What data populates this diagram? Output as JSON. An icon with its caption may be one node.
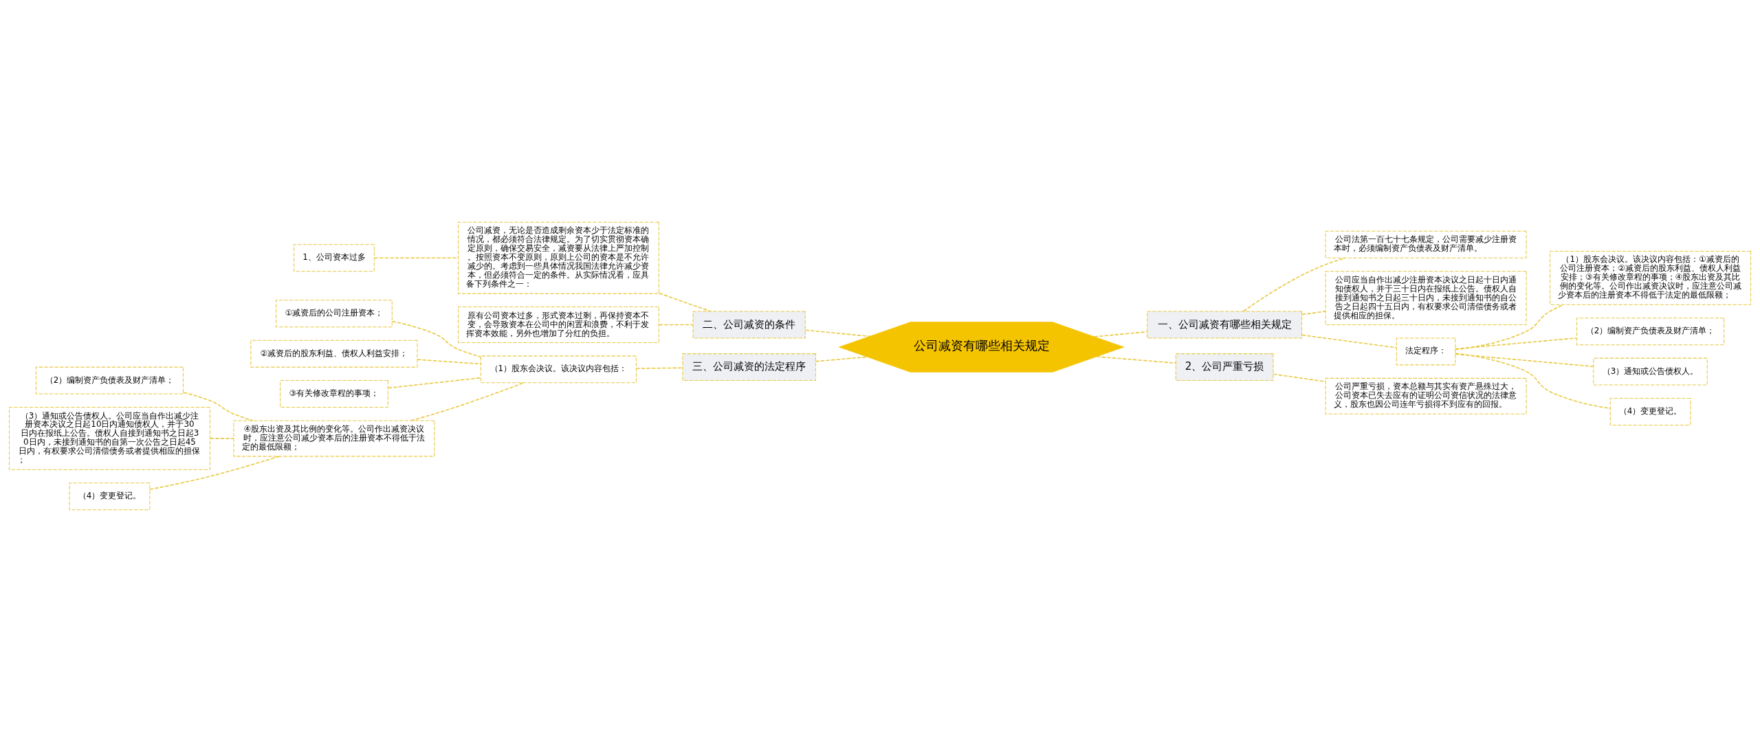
{
  "diagram": {
    "nodes": [
      {
        "text": [
          "公司减资有哪些相关规定"
        ]
      },
      {
        "text": [
          "一、公司减资有哪些相关规定"
        ]
      },
      {
        "text": [
          "公司法第一百七十七条规定，公司需要减少注册资本时，必须编制资产负债表及财产清单。"
        ]
      },
      {
        "text": [
          "公司应当自作出减少注册资本决议之日起十日内通知债权人，并于三十日内在报纸上公告。债权人自接到通知书之日起三十日内，未接到通知书的自公告之日起四十五日内，有权要求公司清偿债务或者提供相应的担保。"
        ]
      },
      {
        "text": [
          "法定程序："
        ]
      },
      {
        "text": [
          "（1）股东会决议。该决议内容包括：①减资后的公司注册资本；②减资后的股东利益、债权人利益安排；③有关修改章程的事项；④股东出资及其比例的变化等。公司作出减资决议时，应注意公司减少资本后的注册资本不得低于法定的最低限额；"
        ]
      },
      {
        "text": [
          "（2）编制资产负债表及财产清单；"
        ]
      },
      {
        "text": [
          "（3）通知或公告债权人。"
        ]
      },
      {
        "text": [
          "（4）变更登记。"
        ]
      },
      {
        "text": [
          "2、公司严重亏损"
        ]
      },
      {
        "text": [
          "公司严重亏损，资本总额与其实有资产悬殊过大，公司资本已失去应有的证明公司资信状况的法律意义，股东也因公司连年亏损得不到应有的回报。"
        ]
      },
      {
        "text": [
          "二、公司减资的条件"
        ]
      },
      {
        "text": [
          "公司减资，无论是否造成剩余资本少于法定标准的情况，都必须符合法律规定。为了切实贯彻资本确定原则，确保交易安全，减资要从法律上严加控制。按照资本不变原则，原则上公司的资本是不允许减少的。考虑到一些具体情况我国法律允许减少资本，但必须符合一定的条件。从实际情况看，应具备下列条件之一："
        ]
      },
      {
        "text": [
          "1、公司资本过多"
        ]
      },
      {
        "text": [
          "原有公司资本过多，形式资本过剩，再保持资本不变，会导致资本在公司中的闲置和浪费，不利于发挥资本效能，另外也增加了分红的负担。"
        ]
      },
      {
        "text": [
          "三、公司减资的法定程序"
        ]
      },
      {
        "text": [
          "（1）股东会决议。该决议内容包括："
        ]
      },
      {
        "text": [
          "①减资后的公司注册资本；"
        ]
      },
      {
        "text": [
          "②减资后的股东利益、债权人利益安排；"
        ]
      },
      {
        "text": [
          "③有关修改章程的事项；"
        ]
      },
      {
        "text": [
          "④股东出资及其比例的变化等。公司作出减资决议时，应注意公司减少资本后的注册资本不得低于法定的最低限额；"
        ]
      },
      {
        "text": [
          "（2）编制资产负债表及财产清单；"
        ]
      },
      {
        "text": [
          "（3）通知或公告债权人。公司应当自作出减少注册资本决议之日起10日内通知债权人，并于30日内在报纸上公告。债权人自接到通知书之日起30日内，未接到通知书的自第一次公告之日起45日内，有权要求公司清偿债务或者提供相应的担保；"
        ]
      },
      {
        "text": [
          "（4）变更登记。"
        ]
      }
    ],
    "edges": [
      {
        "from": 0,
        "to": 1,
        "arrow": "none",
        "style": "dashed"
      },
      {
        "from": 1,
        "to": 2,
        "arrow": "none",
        "style": "dashed"
      },
      {
        "from": 1,
        "to": 3,
        "arrow": "none",
        "style": "dashed"
      },
      {
        "from": 1,
        "to": 4,
        "arrow": "none",
        "style": "dashed"
      },
      {
        "from": 4,
        "to": 5,
        "arrow": "none",
        "style": "dashed"
      },
      {
        "from": 4,
        "to": 6,
        "arrow": "none",
        "style": "dashed"
      },
      {
        "from": 4,
        "to": 7,
        "arrow": "none",
        "style": "dashed"
      },
      {
        "from": 4,
        "to": 8,
        "arrow": "none",
        "style": "dashed"
      },
      {
        "from": 0,
        "to": 9,
        "arrow": "none",
        "style": "dashed"
      },
      {
        "from": 9,
        "to": 10,
        "arrow": "none",
        "style": "dashed"
      },
      {
        "from": 11,
        "to": 0,
        "arrow": "none",
        "style": "dashed"
      },
      {
        "from": 12,
        "to": 11,
        "arrow": "none",
        "style": "dashed"
      },
      {
        "from": 13,
        "to": 12,
        "arrow": "none",
        "style": "dashed"
      },
      {
        "from": 14,
        "to": 11,
        "arrow": "none",
        "style": "dashed"
      },
      {
        "from": 15,
        "to": 0,
        "arrow": "none",
        "style": "dashed"
      },
      {
        "from": 16,
        "to": 15,
        "arrow": "none",
        "style": "dashed"
      },
      {
        "from": 17,
        "to": 16,
        "arrow": "none",
        "style": "dashed"
      },
      {
        "from": 18,
        "to": 16,
        "arrow": "none",
        "style": "dashed"
      },
      {
        "from": 19,
        "to": 16,
        "arrow": "none",
        "style": "dashed"
      },
      {
        "from": 20,
        "to": 16,
        "arrow": "none",
        "style": "dashed"
      },
      {
        "from": 21,
        "to": 20,
        "arrow": "none",
        "style": "dashed"
      },
      {
        "from": 22,
        "to": 20,
        "arrow": "none",
        "style": "dashed"
      },
      {
        "from": 23,
        "to": 20,
        "arrow": "none",
        "style": "dashed"
      }
    ]
  }
}
